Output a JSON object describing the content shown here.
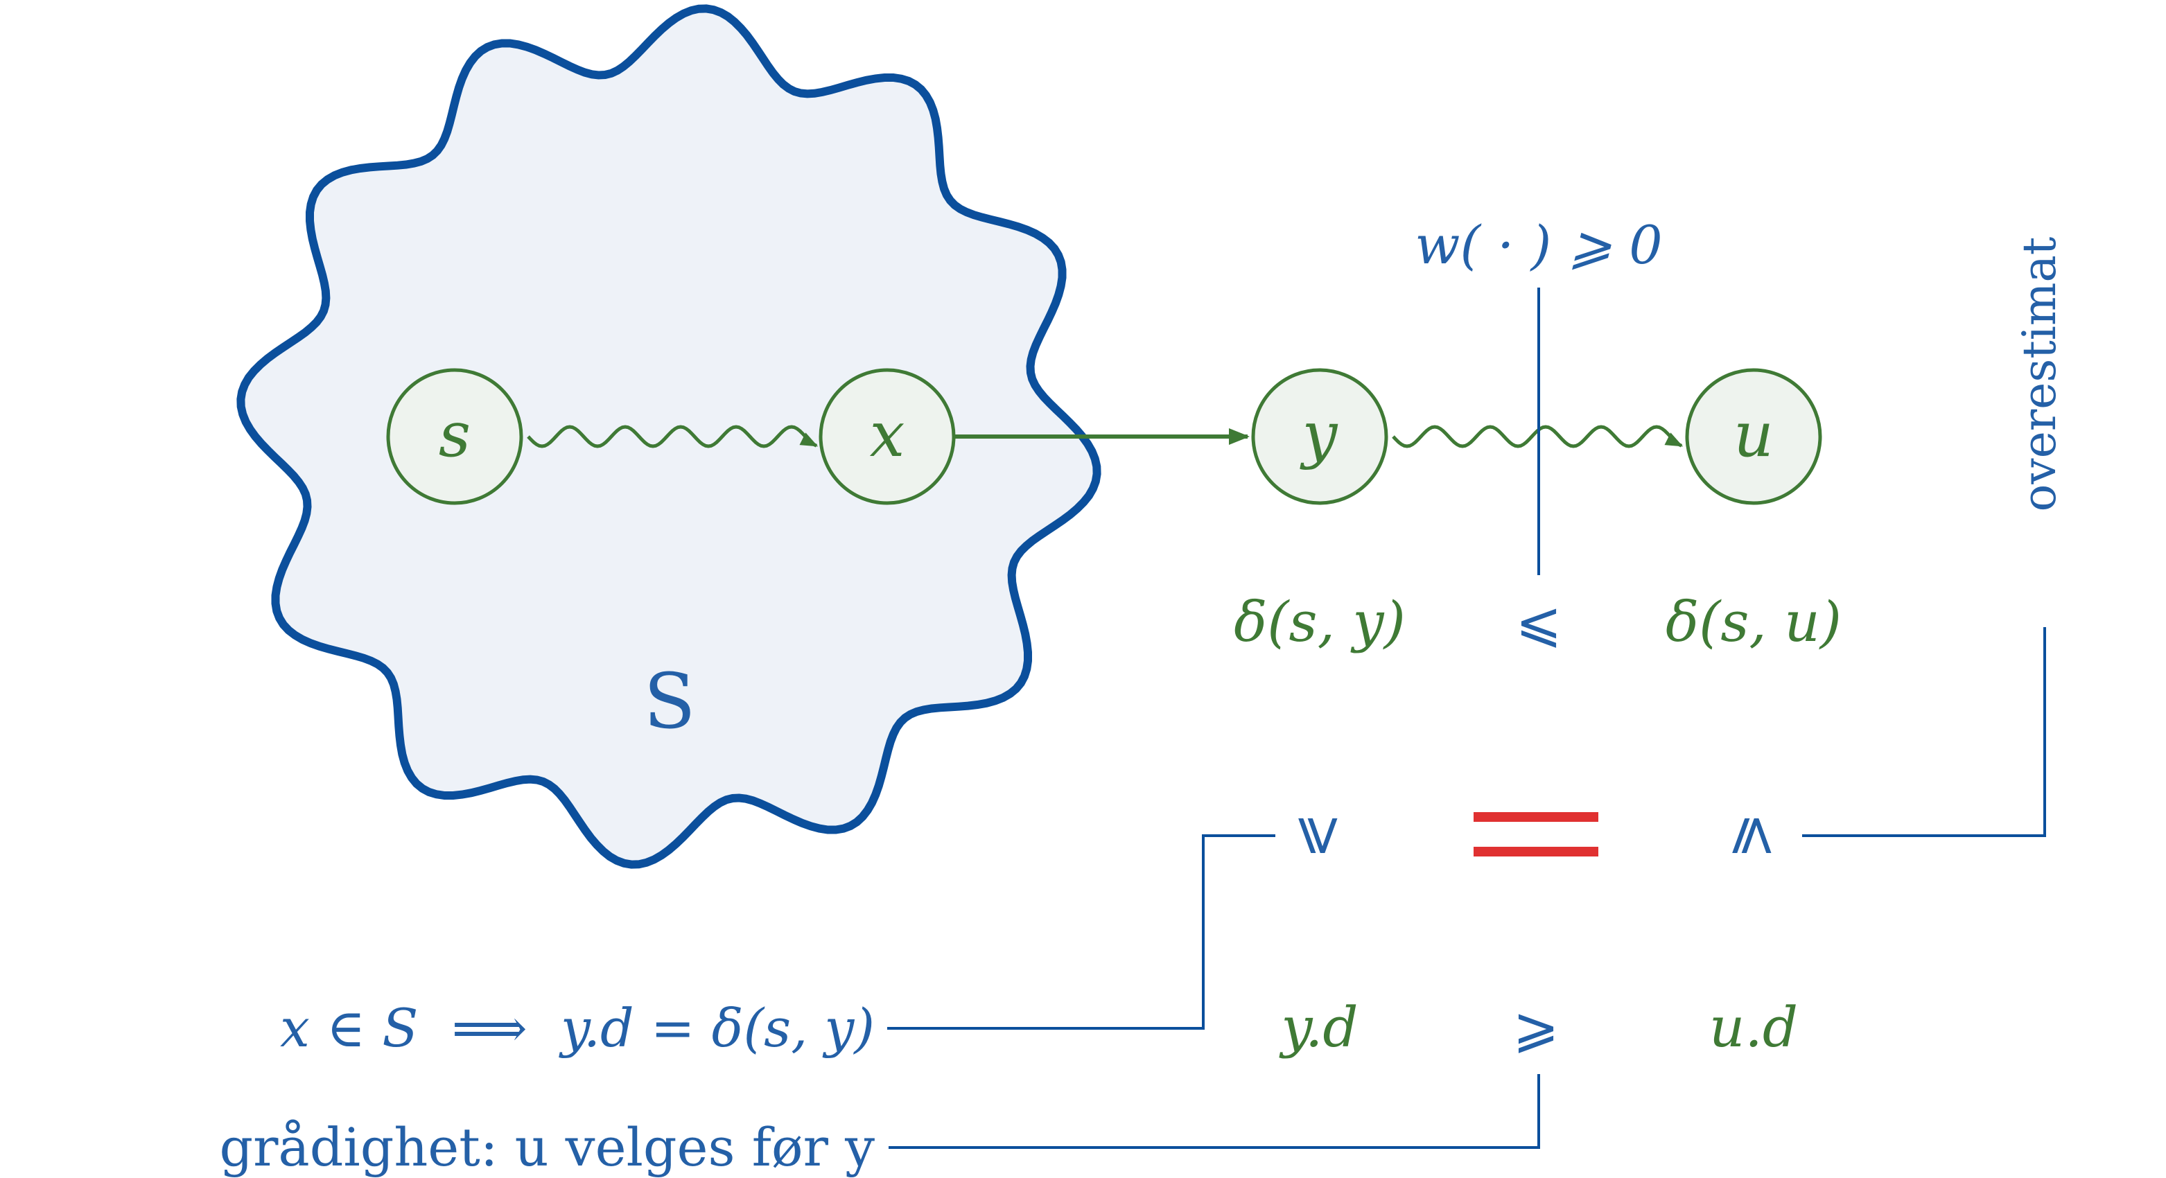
{
  "set_label": "S",
  "nodes": {
    "s": "s",
    "x": "x",
    "y": "y",
    "u": "u"
  },
  "weight_label": "w( · ) ⩾ 0",
  "distances": {
    "dsy": "δ(s, y)",
    "leq": "⩽",
    "dsu": "δ(s, u)"
  },
  "overestimate_label": "overestimat",
  "middle_row": {
    "geq_rot": "⩾",
    "eq": "=",
    "leq_rot": "⩽"
  },
  "implication": "x ∈ S  ⟹  y.d = δ(s, y)",
  "estimates": {
    "yd": "y.d",
    "geq": "⩾",
    "ud": "u.d"
  },
  "greedy": "grådighet: u velges før y",
  "colors": {
    "blue": "#0b4f9c",
    "green": "#3f7a35",
    "red": "#e03131",
    "fill": "#eef2f8",
    "node_fill": "#eef3ee"
  }
}
